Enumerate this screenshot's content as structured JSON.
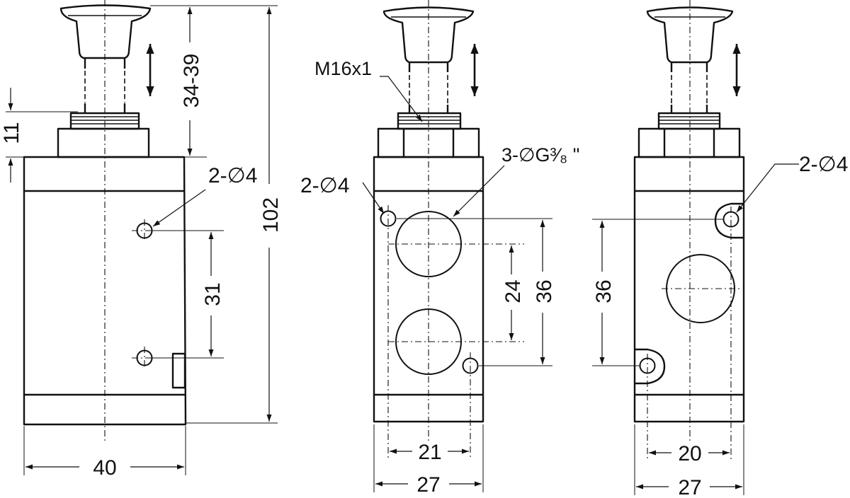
{
  "dimensions": {
    "height_total": "102",
    "stroke_range": "34-39",
    "collar_height": "11",
    "side_hole_pitch": "31",
    "width_front": "40",
    "width_side": "27",
    "port_hole_span_mid": "21",
    "port_hole_span_right": "20",
    "port_pitch": "24",
    "mount_pitch_mid": "36",
    "mount_pitch_right": "36"
  },
  "callouts": {
    "mount_holes_left": "2-∅4",
    "mount_holes_mid": "2-∅4",
    "mount_holes_right": "2-∅4",
    "thread": "M16x1",
    "ports": "3-∅G³⁄₈ \""
  }
}
